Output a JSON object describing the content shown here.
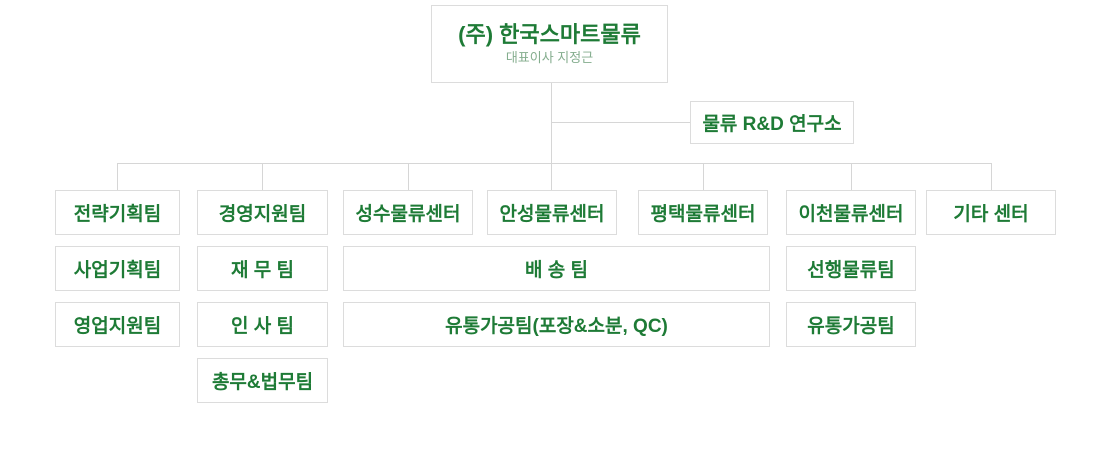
{
  "company": {
    "name": "(주) 한국스마트물류",
    "ceo": "대표이사 지정근"
  },
  "research_lab": {
    "label": "물류 R&D 연구소"
  },
  "org": {
    "planning_division": {
      "teams": [
        "전략기획팀",
        "사업기획팀",
        "영업지원팀"
      ]
    },
    "support_division": {
      "teams": [
        "경영지원팀",
        "재 무 팀",
        "인 사 팀",
        "총무&법무팀"
      ]
    },
    "logistics_centers": {
      "centers": [
        "성수물류센터",
        "안성물류센터",
        "평택물류센터"
      ],
      "shared_teams": [
        "배 송 팀",
        "유통가공팀(포장&소분, QC)"
      ]
    },
    "icheon_center": {
      "teams": [
        "이천물류센터",
        "선행물류팀",
        "유통가공팀"
      ]
    },
    "other_centers": {
      "teams": [
        "기타 센터"
      ]
    }
  },
  "colors": {
    "primary_green": "#1e7b36",
    "subtitle_green": "#84ad8e",
    "line_gray": "#d6d6d6",
    "border_gray": "#dcdcdc"
  }
}
